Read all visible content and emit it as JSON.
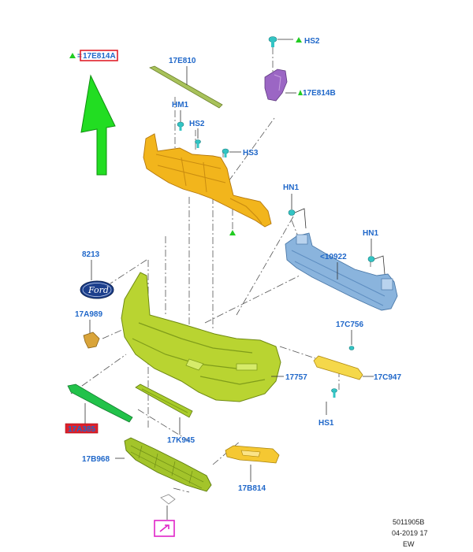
{
  "labels": {
    "reinforcement_top_ref": "17E814A",
    "upper_strip": "17E810",
    "hm1": "HM1",
    "hs2_center": "HS2",
    "hs3": "HS3",
    "hs2_top": "HS2",
    "bracket_right": "17E814B",
    "hn1_left": "HN1",
    "hn1_right": "HN1",
    "impact_bar": "<10922",
    "emblem": "8213",
    "clip_left": "17A989",
    "bracket_side": "17C756",
    "bumper_cover": "17757",
    "bracket_side_lower": "17C947",
    "hs1": "HS1",
    "lower_strip_red": "17A385",
    "lower_trim": "17K945",
    "grille": "17B968",
    "lamp_bezel": "17B814"
  },
  "emblem_text": "Ford",
  "footer": {
    "doc_id": "5011905B",
    "date": "04-2019 17",
    "initials": "EW"
  },
  "colors": {
    "label_blue": "#1f67c9",
    "highlight_red": "#e0202a",
    "arrow_green": "#22dd22",
    "reinforcement_yellow": "#f2b51c",
    "cover_green": "#b9d431",
    "bar_blue": "#8ab4dd",
    "bracket_purple": "#9b66c4",
    "bezel_yellow": "#f5c832",
    "magenta_box": "#e024c8"
  }
}
